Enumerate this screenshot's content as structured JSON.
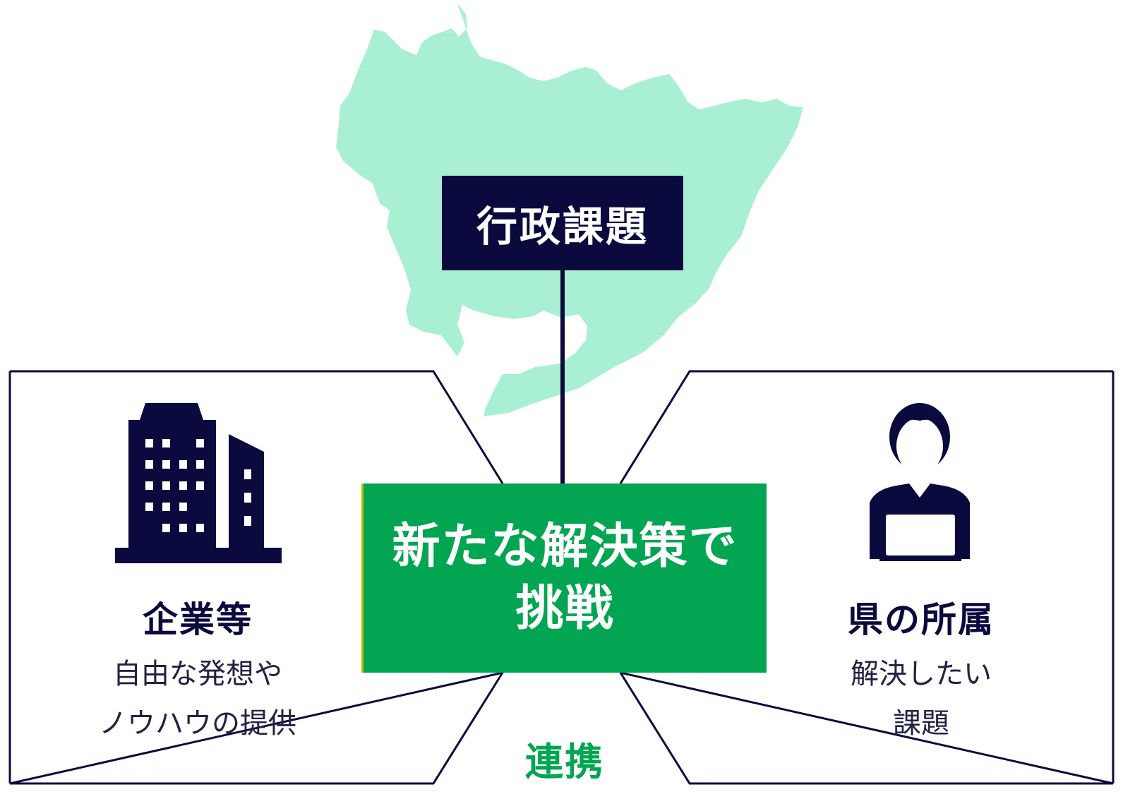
{
  "map": {
    "color": "#a8efd3"
  },
  "colors": {
    "navy": "#0b0a3e",
    "green": "#02a551",
    "white": "#ffffff"
  },
  "center_top": {
    "label": "行政課題"
  },
  "center_main": {
    "line1": "新たな解決策で",
    "line2": "挑戦"
  },
  "left_panel": {
    "icon": "building-icon",
    "title": "企業等",
    "desc_line1": "自由な発想や",
    "desc_line2": "ノウハウの提供"
  },
  "right_panel": {
    "icon": "person-laptop-icon",
    "title": "県の所属",
    "desc_line1": "解決したい",
    "desc_line2": "課題"
  },
  "link_label": "連携"
}
